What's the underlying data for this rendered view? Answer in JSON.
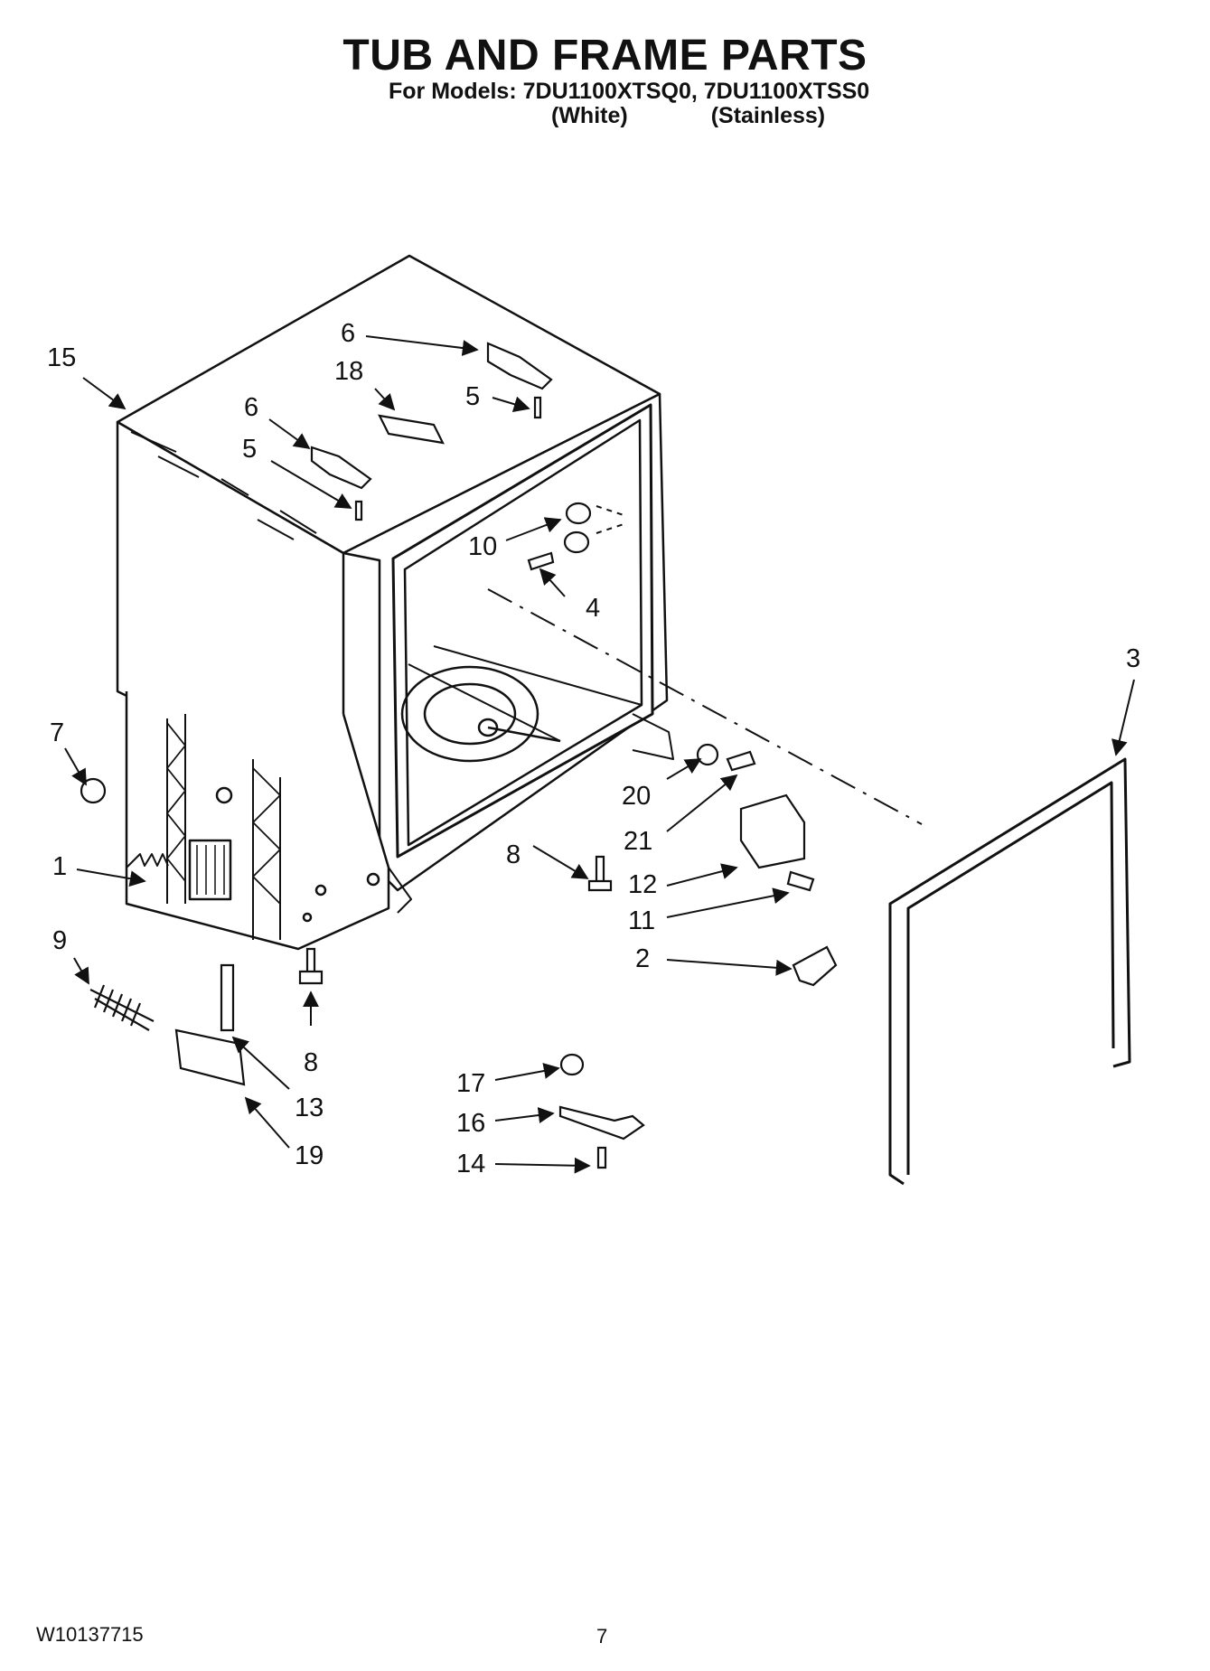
{
  "header": {
    "title": "TUB AND FRAME PARTS",
    "models_prefix": "For Models:",
    "model_1": "7DU1100XTSQ0,",
    "model_2": "7DU1100XTSS0",
    "model_1_color": "(White)",
    "model_2_color": "(Stainless)"
  },
  "callouts": [
    {
      "id": "c15a",
      "label": "15"
    },
    {
      "id": "c6a",
      "label": "6"
    },
    {
      "id": "c18",
      "label": "18"
    },
    {
      "id": "c5a",
      "label": "5"
    },
    {
      "id": "c6b",
      "label": "6"
    },
    {
      "id": "c5b",
      "label": "5"
    },
    {
      "id": "c10",
      "label": "10"
    },
    {
      "id": "c4",
      "label": "4"
    },
    {
      "id": "c3",
      "label": "3"
    },
    {
      "id": "c7",
      "label": "7"
    },
    {
      "id": "c1",
      "label": "1"
    },
    {
      "id": "c9",
      "label": "9"
    },
    {
      "id": "c8a",
      "label": "8"
    },
    {
      "id": "c20",
      "label": "20"
    },
    {
      "id": "c21",
      "label": "21"
    },
    {
      "id": "c12",
      "label": "12"
    },
    {
      "id": "c11",
      "label": "11"
    },
    {
      "id": "c2",
      "label": "2"
    },
    {
      "id": "c8b",
      "label": "8"
    },
    {
      "id": "c13",
      "label": "13"
    },
    {
      "id": "c19",
      "label": "19"
    },
    {
      "id": "c17",
      "label": "17"
    },
    {
      "id": "c16",
      "label": "16"
    },
    {
      "id": "c14",
      "label": "14"
    }
  ],
  "footer": {
    "doc_number": "W10137715",
    "page_number": "7"
  }
}
